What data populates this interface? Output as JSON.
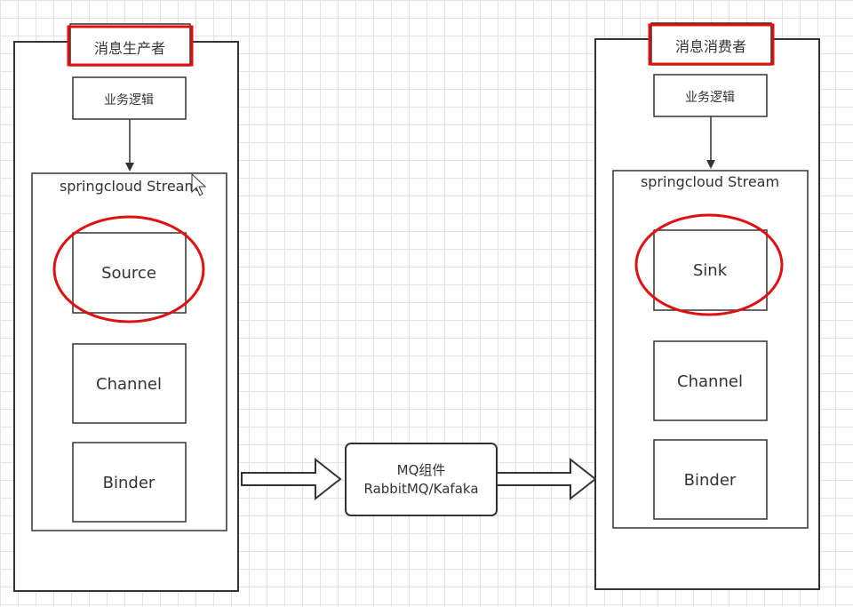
{
  "producer": {
    "title": "消息生产者",
    "business_logic": "业务逻辑",
    "stream_title": "springcloud Stream",
    "components": [
      "Source",
      "Channel",
      "Binder"
    ]
  },
  "consumer": {
    "title": "消息消费者",
    "business_logic": "业务逻辑",
    "stream_title": "springcloud Stream",
    "components": [
      "Sink",
      "Channel",
      "Binder"
    ]
  },
  "middleware": {
    "line1": "MQ组件",
    "line2": "RabbitMQ/Kafaka"
  },
  "colors": {
    "highlight": "#e01010",
    "stroke": "#333333",
    "grid": "#e3e3e3"
  }
}
